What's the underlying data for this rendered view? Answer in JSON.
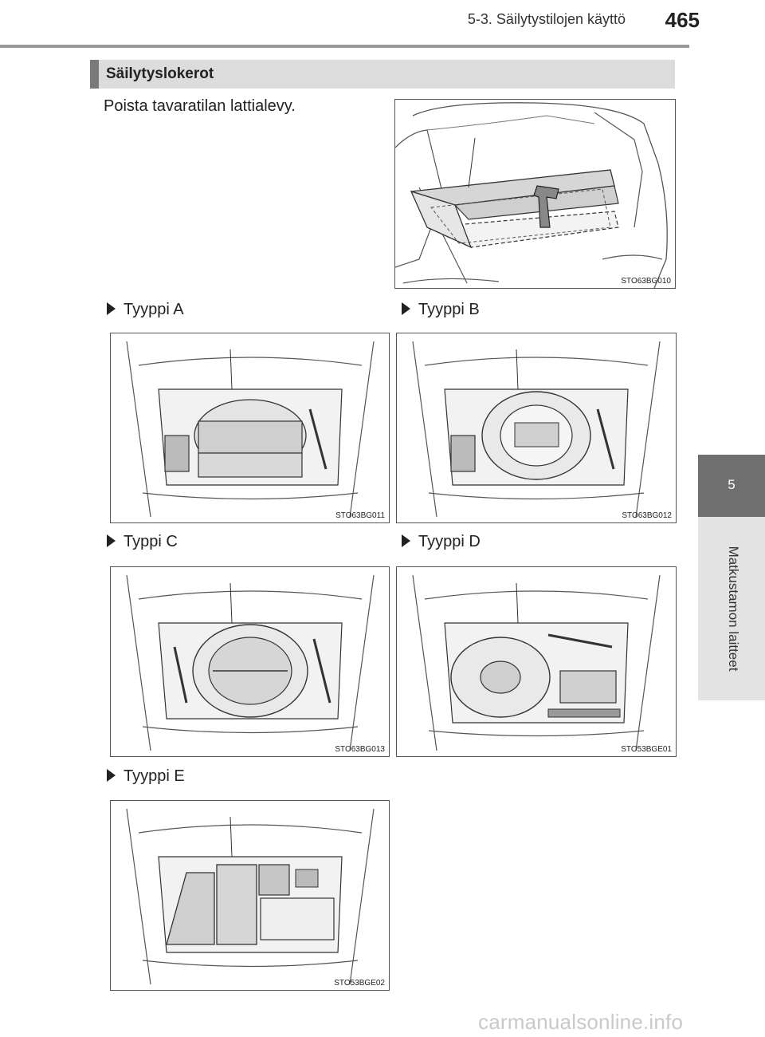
{
  "header": {
    "section": "5-3. Säilytystilojen käyttö",
    "page_number": "465"
  },
  "side_tab": {
    "chapter_number": "5",
    "chapter_title": "Matkustamon laitteet"
  },
  "section": {
    "title": "Säilytyslokerot"
  },
  "intro": "Poista tavaratilan lattialevy.",
  "figures": {
    "main": {
      "code": "STO63BG010"
    },
    "a": {
      "label": "Tyyppi A",
      "code": "STO63BG011"
    },
    "b": {
      "label": "Tyyppi B",
      "code": "STO63BG012"
    },
    "c": {
      "label": "Typpi C",
      "code": "STO63BG013"
    },
    "d": {
      "label": "Tyyppi D",
      "code": "STO53BGE01"
    },
    "e": {
      "label": "Tyyppi E",
      "code": "STO53BGE02"
    }
  },
  "watermark": "carmanualsonline.info"
}
